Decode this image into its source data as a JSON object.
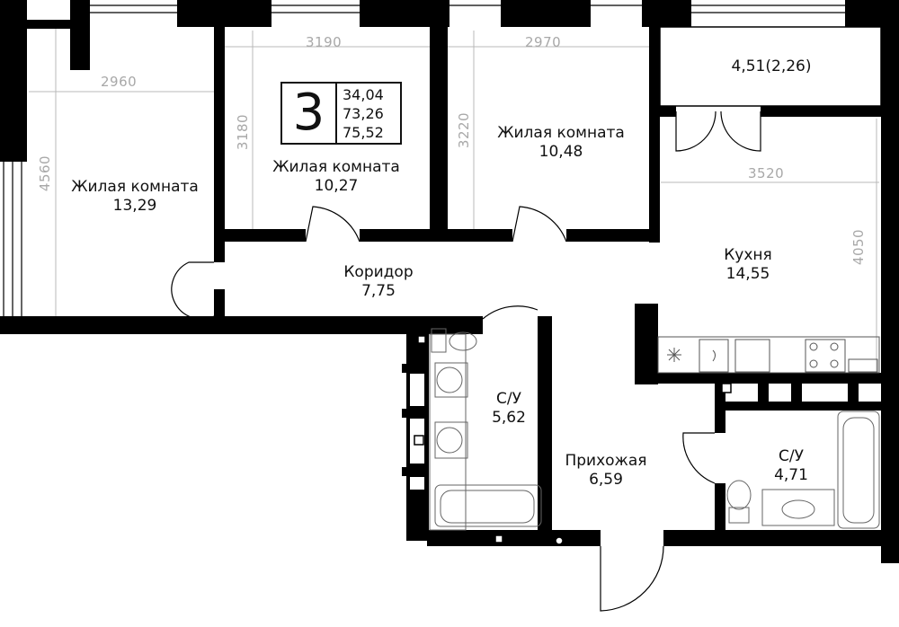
{
  "apartment": {
    "rooms": "3",
    "areas": [
      "34,04",
      "73,26",
      "75,52"
    ]
  },
  "rooms": [
    {
      "name": "Жилая комната",
      "area": "13,29"
    },
    {
      "name": "Жилая комната",
      "area": "10,27"
    },
    {
      "name": "Жилая комната",
      "area": "10,48"
    },
    {
      "name": "",
      "area": "4,51(2,26)"
    },
    {
      "name": "Коридор",
      "area": "7,75"
    },
    {
      "name": "Кухня",
      "area": "14,55"
    },
    {
      "name": "С/У",
      "area": "5,62"
    },
    {
      "name": "Прихожая",
      "area": "6,59"
    },
    {
      "name": "С/У",
      "area": "4,71"
    }
  ],
  "dimensions": [
    "2960",
    "4560",
    "3190",
    "3180",
    "2970",
    "3220",
    "3520",
    "4050"
  ],
  "colors": {
    "wall": "#000000",
    "line": "#6e6e6e",
    "dim": "#a8a8a8"
  }
}
